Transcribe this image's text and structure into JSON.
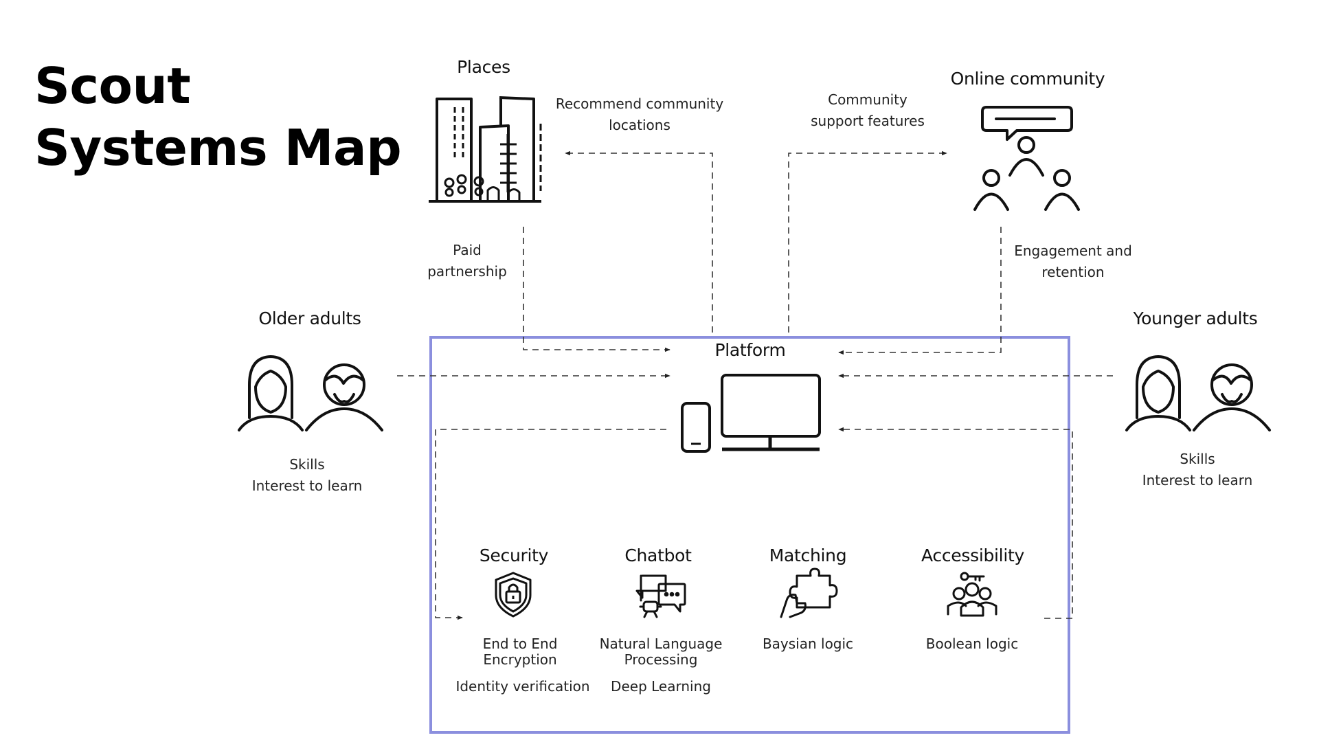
{
  "title": {
    "line1": "Scout",
    "line2": "Systems Map"
  },
  "nodes": {
    "places": {
      "label": "Places"
    },
    "online_community": {
      "label": "Online community"
    },
    "older_adults": {
      "label": "Older adults",
      "line1": "Skills",
      "line2": "Interest to learn"
    },
    "younger_adults": {
      "label": "Younger adults",
      "line1": "Skills",
      "line2": "Interest to learn"
    },
    "platform": {
      "label": "Platform"
    }
  },
  "edges": {
    "recommend": {
      "line1": "Recommend community",
      "line2": "locations"
    },
    "community_support": {
      "line1": "Community",
      "line2": "support features"
    },
    "paid": {
      "line1": "Paid",
      "line2": "partnership"
    },
    "engagement": {
      "line1": "Engagement and",
      "line2": "retention"
    }
  },
  "features": {
    "security": {
      "label": "Security",
      "line1": "End to End",
      "line2": "Encryption",
      "line3": "Identity verification"
    },
    "chatbot": {
      "label": "Chatbot",
      "line1": "Natural Language",
      "line2": "Processing",
      "line3": "Deep Learning"
    },
    "matching": {
      "label": "Matching",
      "line1": "Baysian logic"
    },
    "accessibility": {
      "label": "Accessibility",
      "line1": "Boolean logic"
    }
  },
  "colors": {
    "platform_border": "#8b8fde",
    "stroke": "#111111",
    "connector": "#333333"
  },
  "icons": {
    "places": "city-buildings-icon",
    "online_community": "community-chat-icon",
    "older_adults": "people-pair-icon",
    "younger_adults": "people-pair-icon",
    "platform": "devices-icon",
    "security": "shield-lock-icon",
    "chatbot": "chatbot-icon",
    "matching": "puzzle-hand-icon",
    "accessibility": "group-key-icon"
  }
}
